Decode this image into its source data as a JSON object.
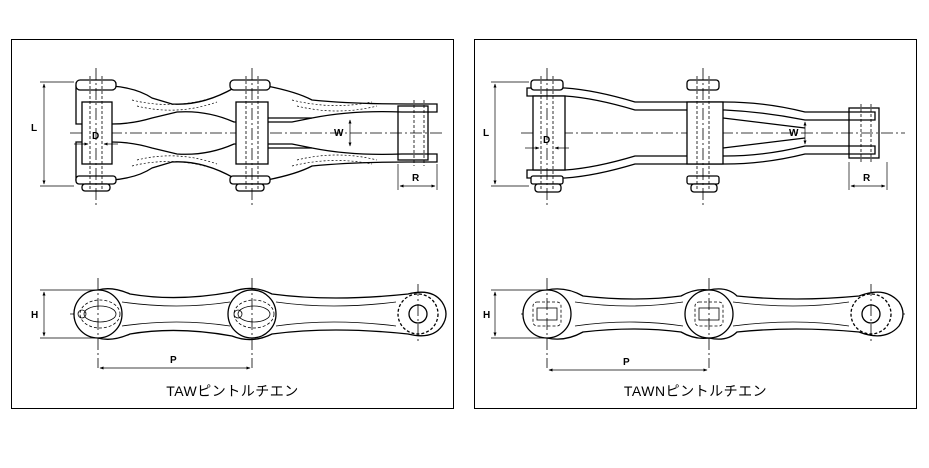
{
  "left": {
    "caption": "TAWピントルチエン",
    "labels": {
      "L": "L",
      "D": "D",
      "W": "W",
      "R": "R",
      "H": "H",
      "P": "P"
    }
  },
  "right": {
    "caption": "TAWNピントルチエン",
    "labels": {
      "L": "L",
      "D": "D",
      "W": "W",
      "R": "R",
      "H": "H",
      "P": "P"
    }
  }
}
